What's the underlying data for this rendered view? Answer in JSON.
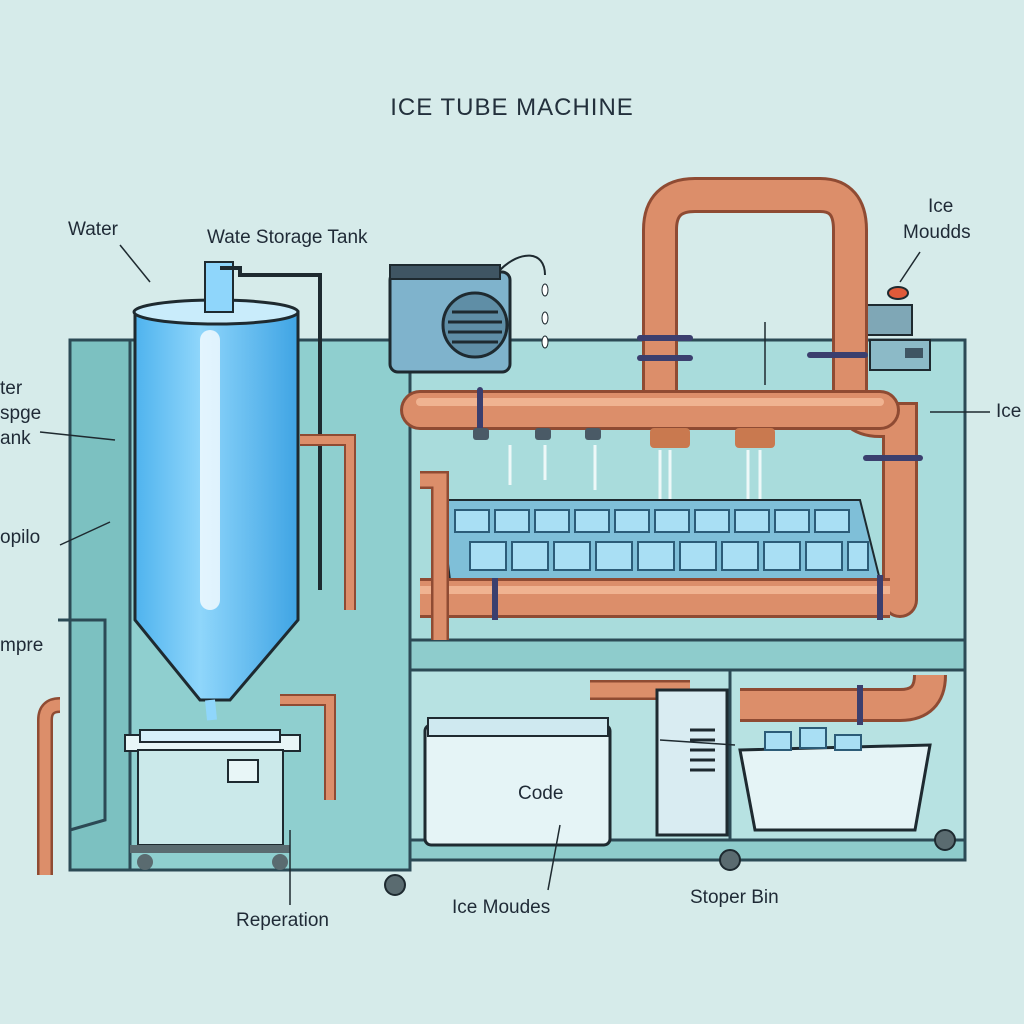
{
  "title": "ICE TUBE MACHINE",
  "labels": {
    "water": "Water",
    "water_storage_tank": "Wate Storage Tank",
    "ice_moulds_top": [
      "Ice",
      "Moudds"
    ],
    "ice_right": "Ice",
    "left_tank": [
      "ter",
      "spge",
      "ank"
    ],
    "left_topilo": "opilo",
    "left_impre": "mpre",
    "code": "Code",
    "reperation": "Reperation",
    "ice_moudes": "Ice Moudes",
    "stoper_bin": "Stoper Bin"
  },
  "colors": {
    "background": "#d6ebea",
    "frame": "#8fcfcf",
    "copper": "#d98a66",
    "tank_water": "#6fc3f2",
    "ice": "#9ad6f0"
  }
}
